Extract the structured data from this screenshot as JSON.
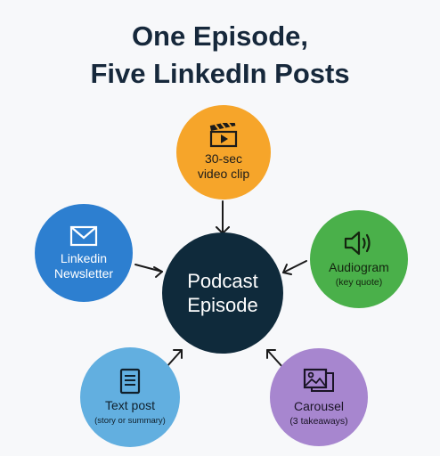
{
  "title": {
    "line1": "One Episode,",
    "line2": "Five LinkedIn Posts"
  },
  "center": {
    "line1": "Podcast",
    "line2": "Episode",
    "color": "#0f2a3b"
  },
  "nodes": {
    "video": {
      "line1": "30-sec",
      "line2": "video clip",
      "icon": "clapperboard-icon",
      "color": "#f6a52a"
    },
    "newsletter": {
      "line1": "Linkedin",
      "line2": "Newsletter",
      "icon": "envelope-icon",
      "color": "#2d7fd0"
    },
    "audiogram": {
      "line1": "Audiogram",
      "sub": "(key quote)",
      "icon": "speaker-icon",
      "color": "#4ab04a"
    },
    "text": {
      "line1": "Text post",
      "sub": "(story or summary)",
      "icon": "document-icon",
      "color": "#62afe0"
    },
    "carousel": {
      "line1": "Carousel",
      "sub": "(3 takeaways)",
      "icon": "images-icon",
      "color": "#a786cf"
    }
  },
  "colors": {
    "title": "#16283b",
    "arrow": "#1a1a1a",
    "background": "#f7f8fa"
  }
}
